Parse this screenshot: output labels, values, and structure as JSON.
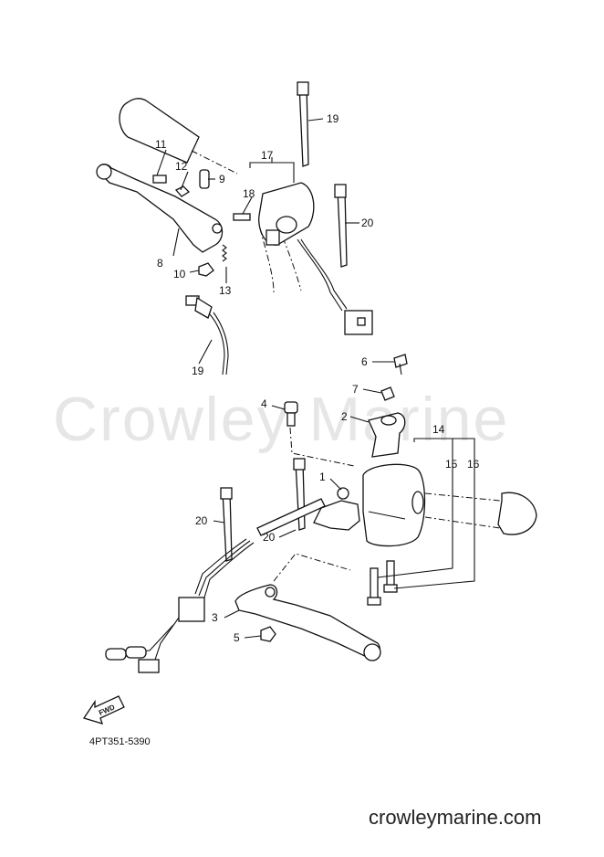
{
  "watermark": "Crowley Marine",
  "diagram_code": "4PT351-5390",
  "site": "crowleymarine.com",
  "fwd_label": "FWD",
  "callouts": [
    "1",
    "2",
    "3",
    "4",
    "5",
    "6",
    "7",
    "8",
    "9",
    "10",
    "11",
    "12",
    "13",
    "14",
    "15",
    "16",
    "17",
    "18",
    "19",
    "20",
    "20",
    "20",
    "20"
  ]
}
